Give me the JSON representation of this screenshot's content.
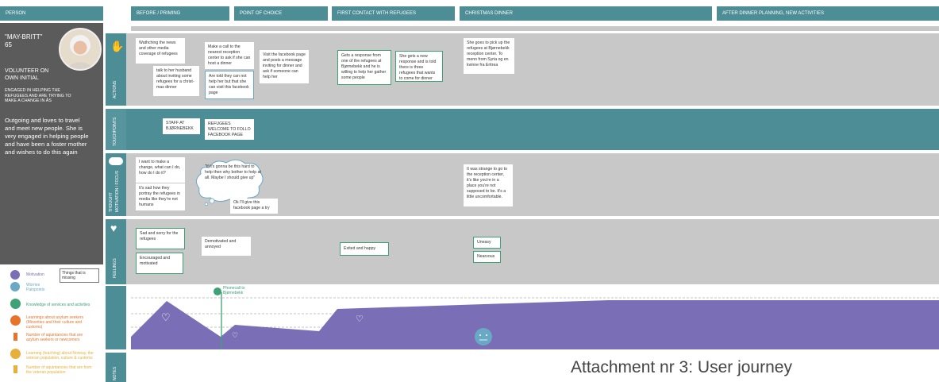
{
  "headers": {
    "person": "PERSON",
    "phases": [
      "BEFORE / PRIMING",
      "POINT OF CHOICE",
      "FIRST CONTACT WITH REFUGEES",
      "CHRISTMAS DINNER",
      "AFTER DINNER PLANNING, NEW ACTIVITIES"
    ]
  },
  "persona": {
    "name": "\"MAY-BRITT\"",
    "age": "65",
    "role": "VOLUNTEER ON OWN INITIAL",
    "goal": "ENGAGED IN HELPING THE REFUGEES AND ARE TRYING TO MAKE A CHANGE IN ÅS",
    "description": "Outgoing and loves to travel and meet new people. She is very engaged in helping people and have been a foster mother and wishes to do this again"
  },
  "lanes": {
    "actions": "ACTIONS",
    "touchpoints": "TOUCHPOINTS",
    "thoughts_a": "THOUGHT",
    "thoughts_b": "MOTIVATION / FOCUS",
    "feelings": "FEELINGS",
    "notes": "NOTES"
  },
  "actions": [
    "Wathching the news and other media coverage of refugees",
    "talk to her husband about inviting some refugees for a christ-mas dinner",
    "Make a call to the nearest reception center to ask if she can host a dinner",
    "Are told they can not help her but that she can visit this facebook page",
    "Visit the facebook page and posts a message inviting for dinner and ask if someone can help her",
    "Gets a response from one of the refugees at Bjørnebekk and he is willing to help her gather some people",
    "She gets a new response and is told there is three refugees that wants to come for dinner",
    "She goes to pick up the refugees at Bjørnebekk reception center. To menn from Syria og en kvinne fra Eritrea"
  ],
  "touchpoints": [
    "STAFF AT BJØRNEBEKK",
    "REFUGEES WELCOME TO FOLLO FACEBOOK PAGE"
  ],
  "thoughts": [
    "I want to make a change, what can I do, how do I do it?",
    "It's sad how they portray the refugees in media like they're not humans",
    "\"If it's gonna be this hard to help then why bother to help at all. Maybe I should give up\"",
    "Ok I'll give this facebook page a try",
    "It was strange to go to the reception center, it's like you're in a place you're not supposed to be. It's a little uncomfortable."
  ],
  "feelings": [
    "Sad and sorry for the refugees",
    "Encouraged and motivated",
    "Demotivated and annoyed",
    "Exited and happy",
    "Uneasy",
    "Nearvous"
  ],
  "timeline_marker": "Phonecall to Bjørnebekk",
  "legend": {
    "motivation": "Motivation",
    "things_missing": "Things that is missing",
    "worries": "Worries Painpoints",
    "knowledge": "Knowledge of services and activities",
    "learnings": "Learnings about asylum seekers (Minorities and their culture and customs)",
    "acquaintances_asylum": "Number of aquintancies that are asylum seekers or newcomers",
    "learning_norway": "Learning (teaching) about Norway, the veteran population, culture & customs",
    "acquaintances_veteran": "Number of aquintancies that are from the veteran population"
  },
  "caption": "Attachment nr 3: User journey",
  "colors": {
    "teal": "#4d8d95",
    "grey": "#c8c8c8",
    "dark": "#5b5b5b",
    "purple": "#7a6fb6",
    "green": "#3ea274",
    "orange": "#e8742a",
    "yellow": "#e8b03a",
    "blue": "#6aa9c5"
  }
}
